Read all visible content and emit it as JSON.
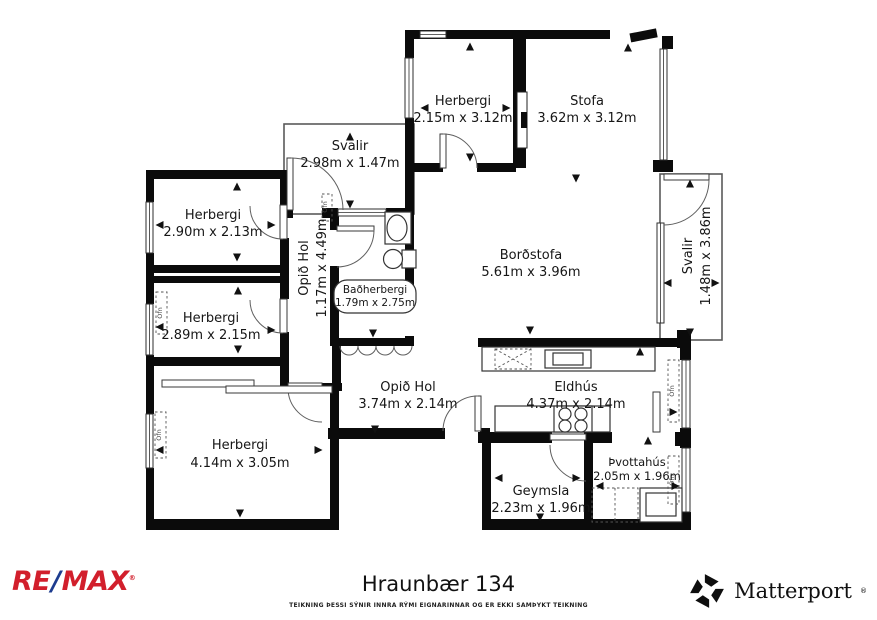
{
  "document": {
    "title": "Hraunbær 134",
    "disclaimer": "TEIKNING ÞESSI SÝNIR INNRA RÝMI EIGNARINNAR OG ER EKKI SAMÞYKT TEIKNING"
  },
  "branding": {
    "remax": {
      "part1": "RE",
      "slash": "/",
      "part2": "MAX",
      "reg": "®",
      "red": "#D21F2C",
      "blue": "#1D3C8F"
    },
    "matterport": {
      "name": "Matterport",
      "reg": "®"
    }
  },
  "annotations": {
    "radiator": "Ofn"
  },
  "rooms": [
    {
      "id": "herbergi-top",
      "name": "Herbergi",
      "dims": "2.15m x 3.12m"
    },
    {
      "id": "stofa",
      "name": "Stofa",
      "dims": "3.62m x 3.12m"
    },
    {
      "id": "svalir-top",
      "name": "Svalir",
      "dims": "2.98m x 1.47m"
    },
    {
      "id": "herbergi-1",
      "name": "Herbergi",
      "dims": "2.90m x 2.13m"
    },
    {
      "id": "herbergi-2",
      "name": "Herbergi",
      "dims": "2.89m x 2.15m"
    },
    {
      "id": "opid-hol-v",
      "name": "Opið Hol",
      "dims": "1.17m x 4.49m"
    },
    {
      "id": "badherbergi",
      "name": "Baðherbergi",
      "dims": "1.79m x 2.75m"
    },
    {
      "id": "bordstofa",
      "name": "Borðstofa",
      "dims": "5.61m x 3.96m"
    },
    {
      "id": "svalir-right",
      "name": "Svalir",
      "dims": "1.48m x 3.86m"
    },
    {
      "id": "opid-hol",
      "name": "Opið Hol",
      "dims": "3.74m x 2.14m"
    },
    {
      "id": "eldhus",
      "name": "Eldhús",
      "dims": "4.37m x 2.14m"
    },
    {
      "id": "herbergi-big",
      "name": "Herbergi",
      "dims": "4.14m x 3.05m"
    },
    {
      "id": "geymsla",
      "name": "Geymsla",
      "dims": "2.23m x 1.96m"
    },
    {
      "id": "thvottahus",
      "name": "Þvottahús",
      "dims": "2.05m x 1.96m"
    }
  ]
}
